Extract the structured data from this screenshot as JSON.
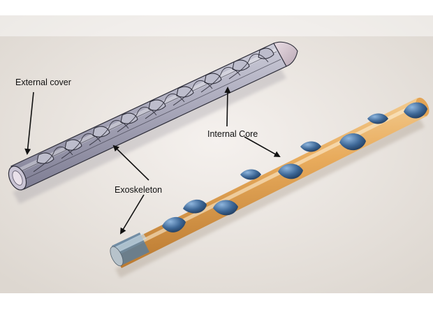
{
  "labels": {
    "external_cover": "External cover",
    "internal_core": "Internal Core",
    "exoskeleton": "Exoskeleton"
  },
  "colors": {
    "background_top": "#f4f2f1",
    "background_bottom": "#e6e1db",
    "cover_fill": "#a9a9bb",
    "cover_stroke": "#2e2e3a",
    "core_fill": "#e4a657",
    "exoskeleton_fill": "#3e5f86",
    "arrow": "#111111"
  }
}
